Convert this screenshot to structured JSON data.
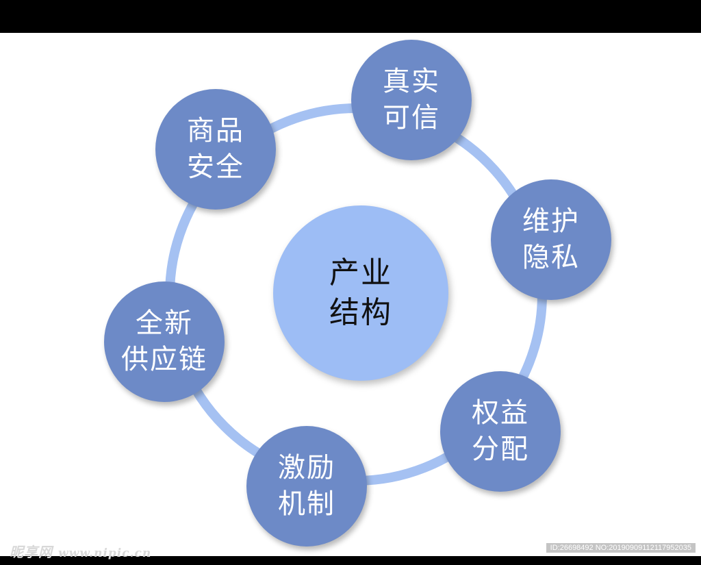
{
  "colors": {
    "node": "#6d8ac7",
    "center": "#9dbdf5",
    "ring": "#a5c1f2",
    "node_text": "#ffffff",
    "center_text": "#111111"
  },
  "center": {
    "lines": [
      "产业",
      "结构"
    ]
  },
  "nodes": [
    {
      "id": "authentic",
      "lines": [
        "真实",
        "可信"
      ]
    },
    {
      "id": "privacy",
      "lines": [
        "维护",
        "隐私"
      ]
    },
    {
      "id": "rights",
      "lines": [
        "权益",
        "分配"
      ]
    },
    {
      "id": "incentive",
      "lines": [
        "激励",
        "机制"
      ]
    },
    {
      "id": "supply",
      "lines": [
        "全新",
        "供应链"
      ]
    },
    {
      "id": "safety",
      "lines": [
        "商品",
        "安全"
      ]
    }
  ],
  "watermark": {
    "brand": "昵享网",
    "url": "www.nipic.cn",
    "id_text": "ID:26698492 NO:20190909112117952035"
  }
}
